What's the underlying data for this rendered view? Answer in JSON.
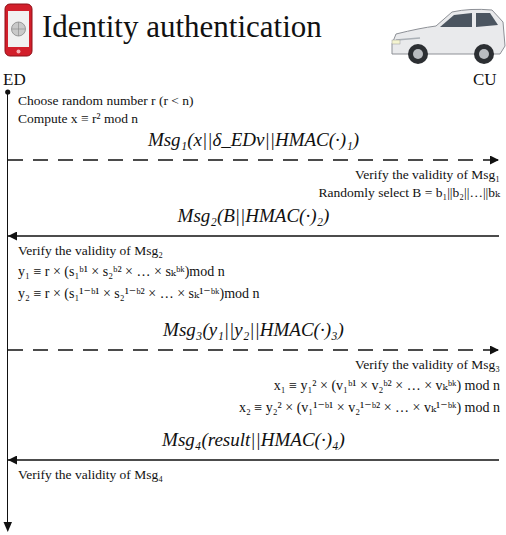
{
  "diagram": {
    "title": "Identity authentication",
    "nodes": [
      {
        "text": [
          "ED"
        ]
      },
      {
        "text": [
          "CU"
        ]
      }
    ],
    "edges": [
      {
        "from": 0,
        "to": 1,
        "arrow": "to",
        "label": "Msg₁(x||δ_EDv||HMAC(·)₁)"
      },
      {
        "from": 1,
        "to": 0,
        "arrow": "to",
        "label": "Msg₂(B||HMAC(·)₂)"
      },
      {
        "from": 0,
        "to": 1,
        "arrow": "to",
        "label": "Msg₃(y₁||y₂||HMAC(·)₃)"
      },
      {
        "from": 1,
        "to": 0,
        "arrow": "to",
        "label": "Msg₄(result||HMAC(·)₄)"
      }
    ],
    "labels": [
      "Choose random number r (r < n)",
      "Compute x ≡ r² mod n",
      "Verify the validity of Msg₁",
      "Randomly select B = b₁||b₂||…||bₖ",
      "Verify the validity of Msg₂",
      "y₁ ≡ r × (s₁ᵇ¹ × s₂ᵇ² × … × sₖᵇᵏ)mod n",
      "y₂ ≡ r × (s₁¹⁻ᵇ¹ × s₂¹⁻ᵇ² × … × sₖ¹⁻ᵇᵏ)mod n",
      "Verify the validity of Msg₃",
      "x₁ ≡ y₁² × (v₁ᵇ¹ × v₂ᵇ² × … × vₖᵇᵏ) mod n",
      "x₂ ≡ y₂² × (v₁¹⁻ᵇ¹ × v₂¹⁻ᵇ² × … × vₖ¹⁻ᵇᵏ) mod n",
      "Verify the validity of Msg₄"
    ]
  }
}
